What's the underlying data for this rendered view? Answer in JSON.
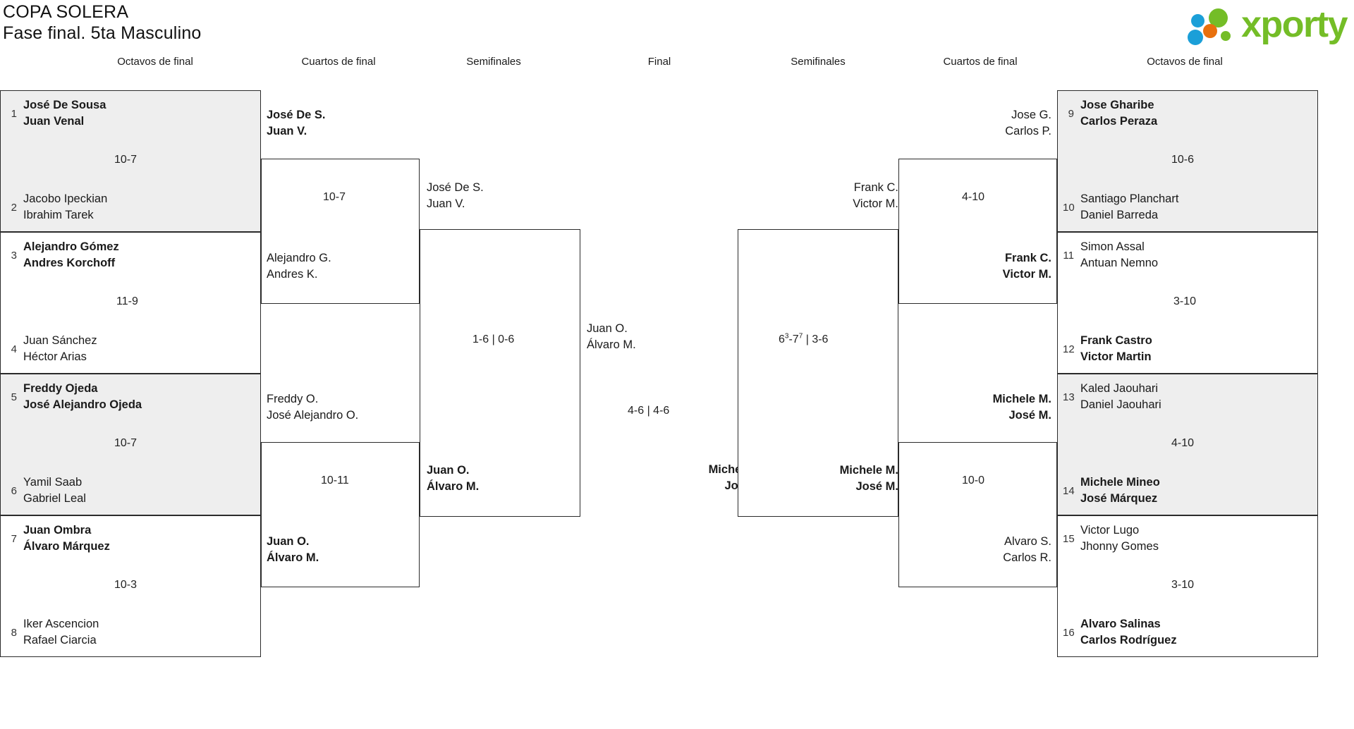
{
  "header": {
    "tournament": "COPA SOLERA",
    "phase": "Fase final. 5ta Masculino",
    "logo_word": "xporty",
    "logo_colors": {
      "green": "#74bd27",
      "blue": "#1b9fd8",
      "orange": "#e8700d"
    }
  },
  "round_labels": {
    "left_r16": "Octavos de final",
    "left_qf": "Cuartos de final",
    "left_sf": "Semifinales",
    "final": "Final",
    "right_sf": "Semifinales",
    "right_qf": "Cuartos de final",
    "right_r16": "Octavos de final"
  },
  "left_r16": [
    {
      "seed_top": "1",
      "top_p1": "José De Sousa",
      "top_p2": "Juan Venal",
      "top_winner": true,
      "seed_bot": "2",
      "bot_p1": "Jacobo Ipeckian",
      "bot_p2": "Ibrahim Tarek",
      "bot_winner": false,
      "score": "10-7"
    },
    {
      "seed_top": "3",
      "top_p1": "Alejandro Gómez",
      "top_p2": "Andres Korchoff",
      "top_winner": true,
      "seed_bot": "4",
      "bot_p1": "Juan Sánchez",
      "bot_p2": "Héctor Arias",
      "bot_winner": false,
      "score": "11-9"
    },
    {
      "seed_top": "5",
      "top_p1": "Freddy Ojeda",
      "top_p2": "José Alejandro Ojeda",
      "top_winner": true,
      "seed_bot": "6",
      "bot_p1": "Yamil Saab",
      "bot_p2": "Gabriel Leal",
      "bot_winner": false,
      "score": "10-7"
    },
    {
      "seed_top": "7",
      "top_p1": "Juan Ombra",
      "top_p2": "Álvaro Márquez",
      "top_winner": true,
      "seed_bot": "8",
      "bot_p1": "Iker Ascencion",
      "bot_p2": "Rafael Ciarcia",
      "bot_winner": false,
      "score": "10-3"
    }
  ],
  "right_r16": [
    {
      "seed_top": "9",
      "top_p1": "Jose Gharibe",
      "top_p2": "Carlos Peraza",
      "top_winner": true,
      "seed_bot": "10",
      "bot_p1": "Santiago Planchart",
      "bot_p2": "Daniel Barreda",
      "bot_winner": false,
      "score": "10-6"
    },
    {
      "seed_top": "11",
      "top_p1": "Simon Assal",
      "top_p2": "Antuan Nemno",
      "top_winner": false,
      "seed_bot": "12",
      "bot_p1": "Frank Castro",
      "bot_p2": "Victor Martin",
      "bot_winner": true,
      "score": "3-10"
    },
    {
      "seed_top": "13",
      "top_p1": "Kaled Jaouhari",
      "top_p2": "Daniel Jaouhari",
      "top_winner": false,
      "seed_bot": "14",
      "bot_p1": "Michele Mineo",
      "bot_p2": "José Márquez",
      "bot_winner": true,
      "score": "4-10"
    },
    {
      "seed_top": "15",
      "top_p1": "Victor Lugo",
      "top_p2": "Jhonny Gomes",
      "top_winner": false,
      "seed_bot": "16",
      "bot_p1": "Alvaro Salinas",
      "bot_p2": "Carlos Rodríguez",
      "bot_winner": true,
      "score": "3-10"
    }
  ],
  "left_qf": [
    {
      "top_p1": "José De S.",
      "top_p2": "Juan V.",
      "top_winner": true,
      "bot_p1": "Alejandro G.",
      "bot_p2": "Andres K.",
      "bot_winner": false,
      "score": "10-7"
    },
    {
      "top_p1": "Freddy O.",
      "top_p2": "José Alejandro O.",
      "top_winner": false,
      "bot_p1": "Juan O.",
      "bot_p2": "Álvaro M.",
      "bot_winner": true,
      "score": "10-11"
    }
  ],
  "right_qf": [
    {
      "top_p1": "Jose G.",
      "top_p2": "Carlos P.",
      "top_winner": false,
      "bot_p1": "Frank C.",
      "bot_p2": "Victor M.",
      "bot_winner": true,
      "score": "4-10"
    },
    {
      "top_p1": "Michele M.",
      "top_p2": "José M.",
      "top_winner": true,
      "bot_p1": "Alvaro S.",
      "bot_p2": "Carlos R.",
      "bot_winner": false,
      "score": "10-0"
    }
  ],
  "left_sf": {
    "top_p1": "José De S.",
    "top_p2": "Juan V.",
    "top_winner": false,
    "bot_p1": "Juan O.",
    "bot_p2": "Álvaro M.",
    "bot_winner": true,
    "score": "1-6 | 0-6"
  },
  "right_sf": {
    "top_p1": "Frank C.",
    "top_p2": "Victor M.",
    "top_winner": false,
    "bot_p1": "Michele M.",
    "bot_p2": "José M.",
    "bot_winner": true,
    "score_a": "6",
    "score_a_sup": "3",
    "score_b": "-7",
    "score_b_sup": "7",
    "score_rest": " | 3-6",
    "score_plain": "63-77 | 3-6"
  },
  "final": {
    "left_p1": "Juan O.",
    "left_p2": "Álvaro M.",
    "left_winner": false,
    "right_p1": "Michele M.",
    "right_p2": "José M.",
    "right_winner": true,
    "score": "4-6 | 4-6"
  }
}
